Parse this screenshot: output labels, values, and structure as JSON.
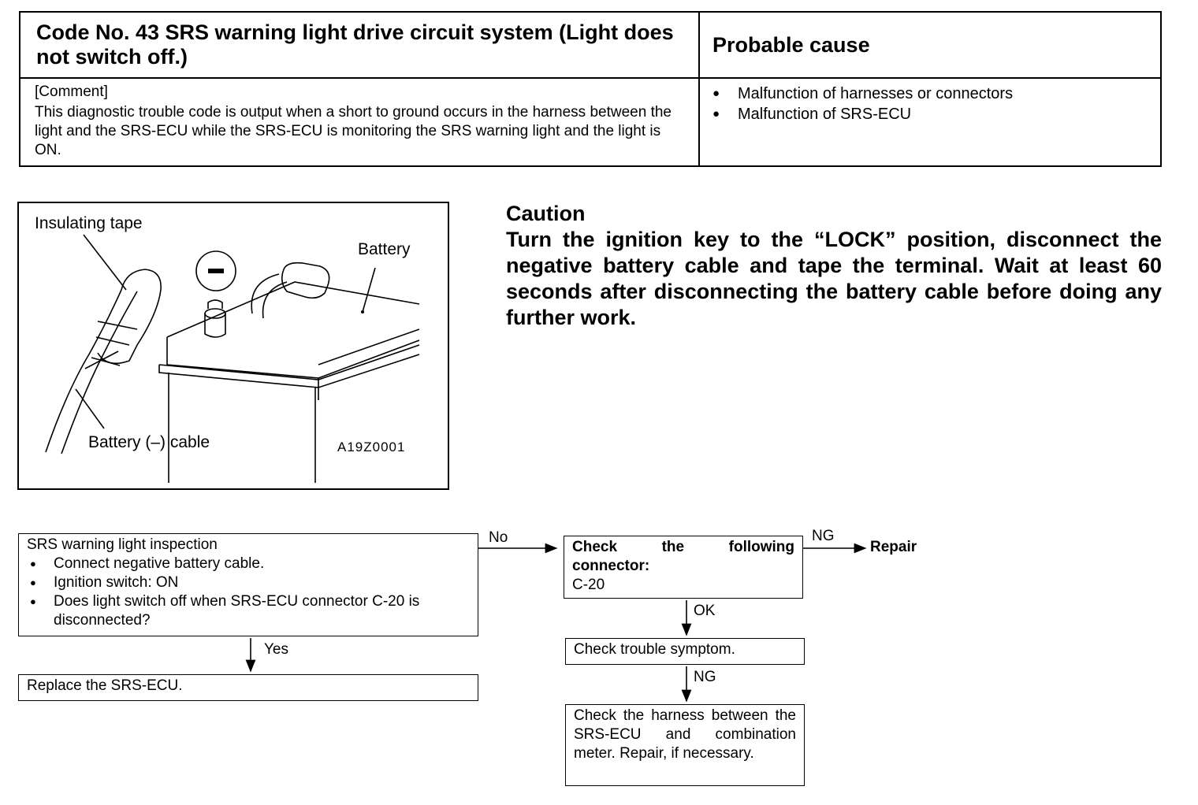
{
  "header": {
    "code_title": "Code No. 43 SRS warning light drive circuit system (Light does not switch off.)",
    "cause_title": "Probable cause",
    "comment_label": "[Comment]",
    "comment_text": "This diagnostic trouble code is output when a short to ground occurs in the harness between the light and the SRS-ECU while the SRS-ECU is monitoring the SRS warning light and the light is ON.",
    "causes": [
      "Malfunction of harnesses or connectors",
      "Malfunction of SRS-ECU"
    ]
  },
  "illustration": {
    "label_tape": "Insulating tape",
    "label_battery": "Battery",
    "label_cable": "Battery (–) cable",
    "figure_code": "A19Z0001"
  },
  "caution": {
    "title": "Caution",
    "text": "Turn the ignition key to the “LOCK” position, disconnect the negative battery cable and tape the terminal. Wait at least 60 seconds after disconnecting the battery cable before doing any further work."
  },
  "flowchart": {
    "inspection_title": "SRS warning light inspection",
    "inspection_items": [
      "Connect negative battery cable.",
      "Ignition switch: ON",
      "Does light switch off when SRS-ECU connector C-20 is disconnected?"
    ],
    "yes_label": "Yes",
    "no_label": "No",
    "replace_text": "Replace the SRS-ECU.",
    "check_connector_title": "Check the following connector:",
    "check_connector_value": "C-20",
    "ng_label_1": "NG",
    "repair_text": "Repair",
    "ok_label": "OK",
    "check_symptom_text": "Check trouble symptom.",
    "ng_label_2": "NG",
    "check_harness_text": "Check the harness between the SRS-ECU and combination meter. Repair, if necessary."
  }
}
